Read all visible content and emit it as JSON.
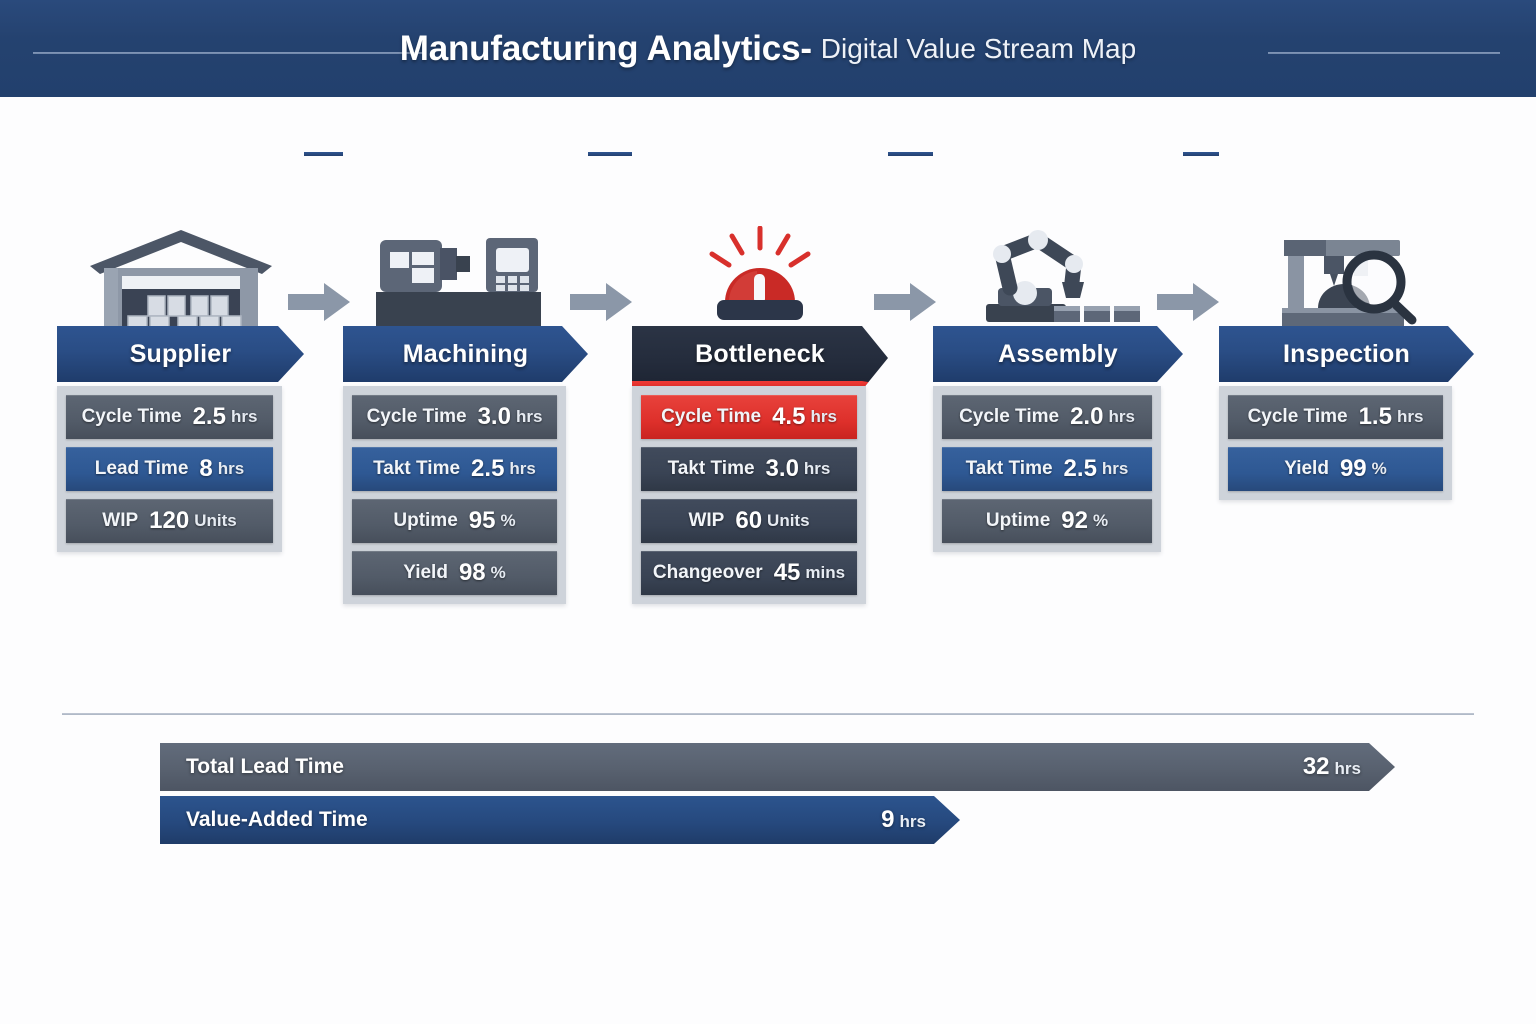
{
  "header": {
    "title_main": "Manufacturing Analytics-",
    "title_sub": "Digital Value Stream Map",
    "background_color": "#25426f"
  },
  "colors": {
    "navy": "#2a4d85",
    "dark": "#242c3c",
    "red": "#d62a26",
    "gray_row": "#525b68",
    "blue_row": "#2e5893",
    "panel": "#ced3da",
    "arrow": "#8b97a8"
  },
  "stages": [
    {
      "name": "Supplier",
      "icon": "warehouse-icon",
      "highlight": false,
      "metrics": [
        {
          "label": "Cycle Time",
          "value": "2.5",
          "unit": "hrs",
          "style": "gray"
        },
        {
          "label": "Lead Time",
          "value": "8",
          "unit": "hrs",
          "style": "blue"
        },
        {
          "label": "WIP",
          "value": "120",
          "unit": "Units",
          "style": "gray"
        }
      ]
    },
    {
      "name": "Machining",
      "icon": "cnc-machine-icon",
      "highlight": false,
      "metrics": [
        {
          "label": "Cycle Time",
          "value": "3.0",
          "unit": "hrs",
          "style": "gray"
        },
        {
          "label": "Takt Time",
          "value": "2.5",
          "unit": "hrs",
          "style": "blue"
        },
        {
          "label": "Uptime",
          "value": "95",
          "unit": "%",
          "style": "gray"
        },
        {
          "label": "Yield",
          "value": "98",
          "unit": "%",
          "style": "gray"
        }
      ]
    },
    {
      "name": "Bottleneck",
      "icon": "alert-beacon-icon",
      "highlight": true,
      "metrics": [
        {
          "label": "Cycle Time",
          "value": "4.5",
          "unit": "hrs",
          "style": "red"
        },
        {
          "label": "Takt Time",
          "value": "3.0",
          "unit": "hrs",
          "style": "dark"
        },
        {
          "label": "WIP",
          "value": "60",
          "unit": "Units",
          "style": "dark"
        },
        {
          "label": "Changeover",
          "value": "45",
          "unit": "mins",
          "style": "dark"
        }
      ]
    },
    {
      "name": "Assembly",
      "icon": "robot-arm-icon",
      "highlight": false,
      "metrics": [
        {
          "label": "Cycle Time",
          "value": "2.0",
          "unit": "hrs",
          "style": "gray"
        },
        {
          "label": "Takt Time",
          "value": "2.5",
          "unit": "hrs",
          "style": "blue"
        },
        {
          "label": "Uptime",
          "value": "92",
          "unit": "%",
          "style": "gray"
        }
      ]
    },
    {
      "name": "Inspection",
      "icon": "inspection-gauge-icon",
      "highlight": false,
      "metrics": [
        {
          "label": "Cycle Time",
          "value": "1.5",
          "unit": "hrs",
          "style": "gray"
        },
        {
          "label": "Yield",
          "value": "99",
          "unit": "%",
          "style": "blue"
        }
      ]
    }
  ],
  "summary": [
    {
      "label": "Total Lead Time",
      "value": "32",
      "unit": "hrs",
      "style": "total"
    },
    {
      "label": "Value-Added Time",
      "value": "9",
      "unit": "hrs",
      "style": "va"
    }
  ],
  "chart_data": {
    "type": "bar",
    "title": "Manufacturing Analytics- Digital Value Stream Map",
    "categories": [
      "Total Lead Time",
      "Value-Added Time"
    ],
    "values": [
      32,
      9
    ],
    "unit": "hrs",
    "xlabel": "",
    "ylabel": "",
    "xlim": [
      0,
      32
    ],
    "grid": false,
    "legend": "none",
    "process_stages": [
      "Supplier",
      "Machining",
      "Bottleneck",
      "Assembly",
      "Inspection"
    ],
    "cycle_times_hrs": [
      2.5,
      3.0,
      4.5,
      2.0,
      1.5
    ],
    "takt_times_hrs": [
      null,
      2.5,
      3.0,
      2.5,
      null
    ],
    "lead_time_hrs": [
      8,
      null,
      null,
      null,
      null
    ],
    "wip_units": [
      120,
      null,
      60,
      null,
      null
    ],
    "uptime_pct": [
      null,
      95,
      null,
      92,
      null
    ],
    "yield_pct": [
      null,
      98,
      null,
      null,
      99
    ],
    "changeover_mins": [
      null,
      null,
      45,
      null,
      null
    ]
  }
}
